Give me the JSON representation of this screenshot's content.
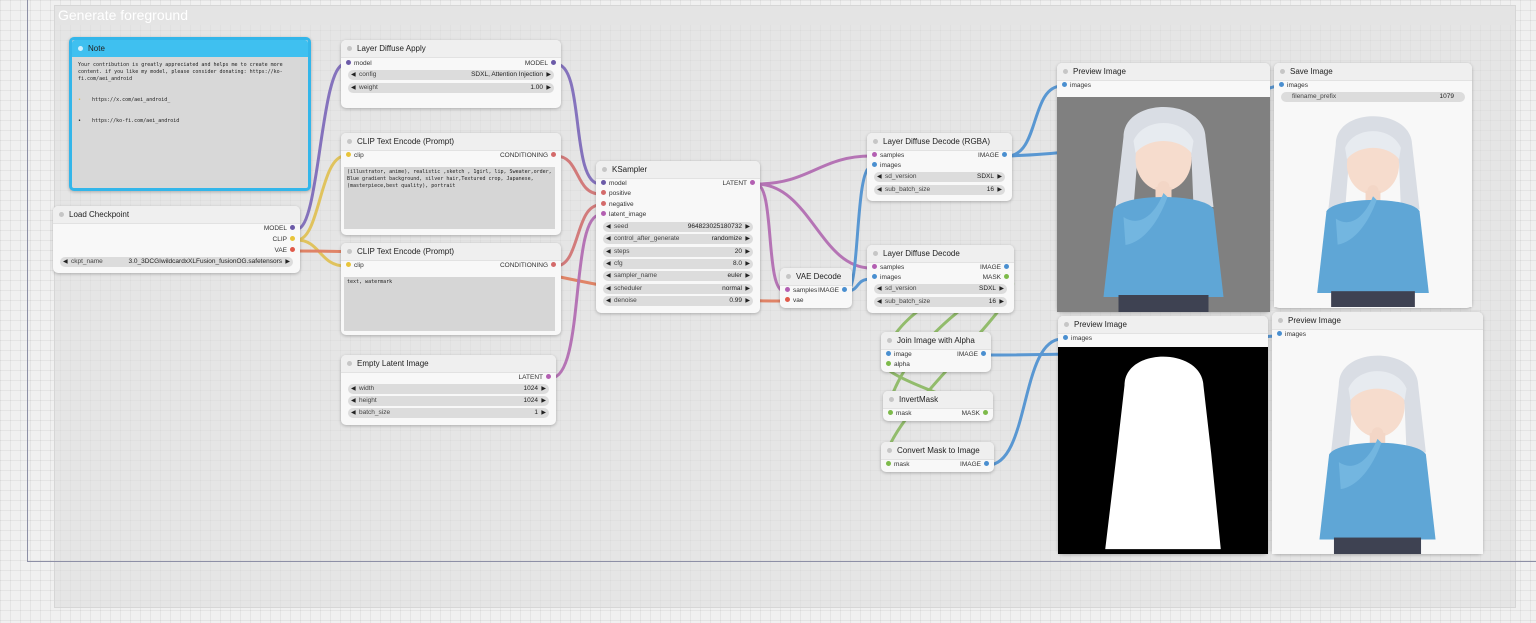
{
  "group": {
    "title": "Generate foreground"
  },
  "colors": {
    "model": "#6b5aa8",
    "clip": "#e8c43a",
    "vae": "#e05a4a",
    "conditioning": "#d46a6a",
    "latent": "#b35fb2",
    "image": "#4a8fd0",
    "mask": "#7dba4a"
  },
  "note": {
    "title": "Note",
    "text": "Your contribution is greatly appreciated and helps me to create more content. if you like my model, please consider donating: https://ko-fi.com/aei_android",
    "link1": "https://x.com/aei_android_",
    "link2": "https://ko-fi.com/aei_android"
  },
  "checkpoint": {
    "title": "Load Checkpoint",
    "out_model": "MODEL",
    "out_clip": "CLIP",
    "out_vae": "VAE",
    "ckpt_label": "ckpt_name",
    "ckpt_value": "3.0_3DCGIwildcardxXLFusion_fusionOG.safetensors"
  },
  "layer_apply": {
    "title": "Layer Diffuse Apply",
    "in_model": "model",
    "out_model": "MODEL",
    "config_label": "config",
    "config_value": "SDXL, Attention Injection",
    "weight_label": "weight",
    "weight_value": "1.00"
  },
  "clip_pos": {
    "title": "CLIP Text Encode (Prompt)",
    "in_clip": "clip",
    "out": "CONDITIONING",
    "text": "(illustrator, anime), realistic ,sketch , 1girl, lip, Sweater,order, Blue gradient background, silver hair,Textured crop, Japanese, (masterpiece,best quality), portrait"
  },
  "clip_neg": {
    "title": "CLIP Text Encode (Prompt)",
    "in_clip": "clip",
    "out": "CONDITIONING",
    "text": "text, watermark"
  },
  "empty_latent": {
    "title": "Empty Latent Image",
    "out": "LATENT",
    "width_label": "width",
    "width_value": "1024",
    "height_label": "height",
    "height_value": "1024",
    "batch_label": "batch_size",
    "batch_value": "1"
  },
  "ksampler": {
    "title": "KSampler",
    "in_model": "model",
    "in_positive": "positive",
    "in_negative": "negative",
    "in_latent": "latent_image",
    "out": "LATENT",
    "widgets": [
      {
        "label": "seed",
        "value": "964823025180732"
      },
      {
        "label": "control_after_generate",
        "value": "randomize"
      },
      {
        "label": "steps",
        "value": "20"
      },
      {
        "label": "cfg",
        "value": "8.0"
      },
      {
        "label": "sampler_name",
        "value": "euler"
      },
      {
        "label": "scheduler",
        "value": "normal"
      },
      {
        "label": "denoise",
        "value": "0.99"
      }
    ]
  },
  "vae_decode": {
    "title": "VAE Decode",
    "in_samples": "samples",
    "in_vae": "vae",
    "out": "IMAGE"
  },
  "ldd_rgba": {
    "title": "Layer Diffuse Decode (RGBA)",
    "in_samples": "samples",
    "in_images": "images",
    "out": "IMAGE",
    "sd_label": "sd_version",
    "sd_value": "SDXL",
    "batch_label": "sub_batch_size",
    "batch_value": "16"
  },
  "ldd": {
    "title": "Layer Diffuse Decode",
    "in_samples": "samples",
    "in_images": "images",
    "out_image": "IMAGE",
    "out_mask": "MASK",
    "sd_label": "sd_version",
    "sd_value": "SDXL",
    "batch_label": "sub_batch_size",
    "batch_value": "16"
  },
  "join_alpha": {
    "title": "Join Image with Alpha",
    "in_image": "image",
    "in_alpha": "alpha",
    "out": "IMAGE"
  },
  "invert_mask": {
    "title": "InvertMask",
    "in_mask": "mask",
    "out": "MASK"
  },
  "mask_to_image": {
    "title": "Convert Mask to Image",
    "in_mask": "mask",
    "out": "IMAGE"
  },
  "preview1": {
    "title": "Preview Image",
    "in_images": "images"
  },
  "save_image": {
    "title": "Save Image",
    "in_images": "images",
    "prefix_label": "filename_prefix",
    "prefix_value": "1079"
  },
  "preview2": {
    "title": "Preview Image",
    "in_images": "images"
  },
  "preview3": {
    "title": "Preview Image",
    "in_images": "images"
  }
}
